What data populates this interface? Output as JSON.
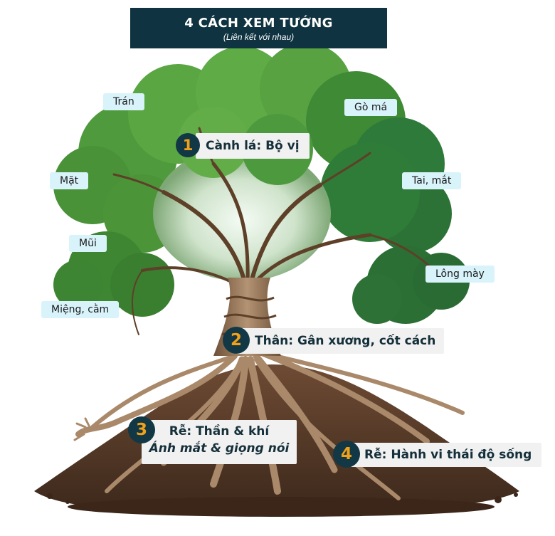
{
  "title": {
    "main": "4 CÁCH XEM TƯỚNG",
    "sub": "(Liên kết với nhau)"
  },
  "feature_tags": [
    "Trán",
    "Gò má",
    "Mặt",
    "Tai, mắt",
    "Mũi",
    "Lông mày",
    "Miệng, cằm"
  ],
  "callouts": [
    {
      "number": "1",
      "label": "Cành lá: Bộ vị"
    },
    {
      "number": "2",
      "label": "Thân: Gân xương, cốt cách"
    },
    {
      "number": "3",
      "label": "Rễ: Thần & khí",
      "sub": "Ánh mắt & giọng nói"
    },
    {
      "number": "4",
      "label": "Rễ: Hành vi thái độ sống"
    }
  ],
  "colors": {
    "title_bg": "#0f3340",
    "tag_bg": "#d9f3fb",
    "badge_bg": "#123845",
    "badge_number": "#f0a019",
    "foliage": "#3f8a35",
    "trunk": "#8a6a4c",
    "soil": "#5a3e2c"
  }
}
